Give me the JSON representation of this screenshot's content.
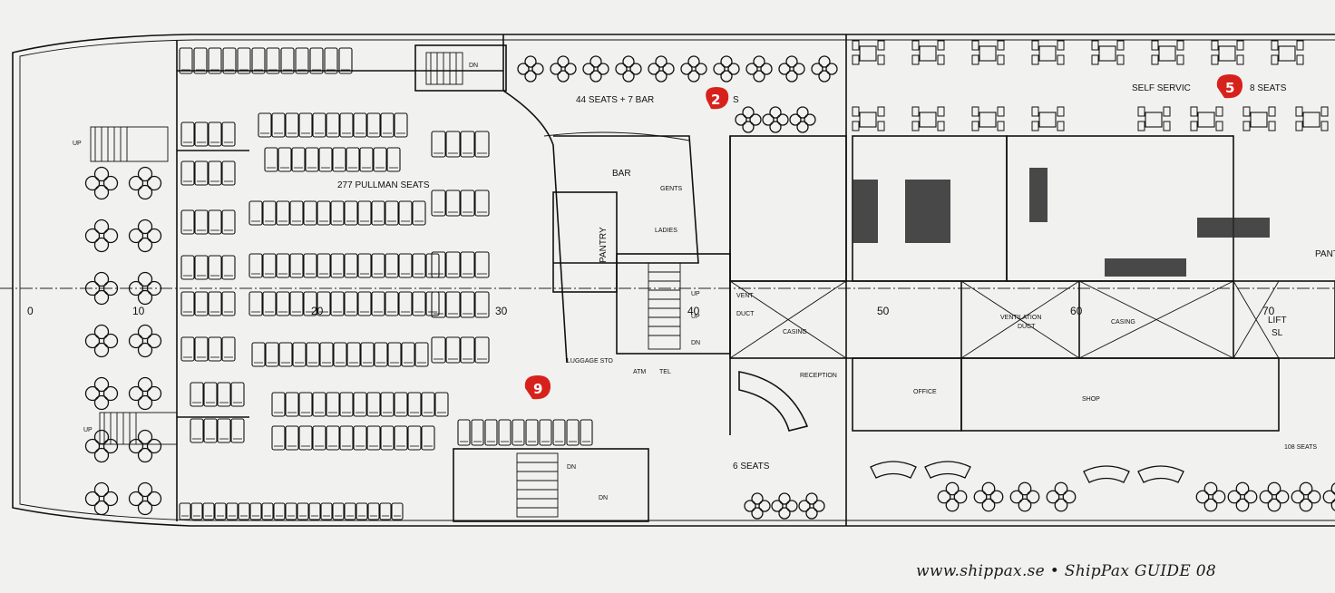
{
  "labels": {
    "pullman_seats": "277 PULLMAN SEATS",
    "seats_44": "44 SEATS + 7 BAR",
    "seats_44_tail": "S",
    "self_service_a": "SELF SERVIC",
    "self_service_b": "8 SEATS",
    "bar": "BAR",
    "gents": "GENTS",
    "ladies": "LADIES",
    "pantry": "PANTRY",
    "pantry_right": "PANT",
    "up": "UP",
    "dn": "DN",
    "vent_duct_1": "VENT",
    "vent_duct_2": "DUCT",
    "casing": "CASING",
    "ventilation_duct_1": "VENTILATION",
    "ventilation_duct_2": "DUCT",
    "lift_1": "LIFT",
    "lift_2": "SL",
    "reception": "RECEPTION",
    "office": "OFFICE",
    "shop": "SHOP",
    "luggage": "LUGGAGE STO",
    "atm": "ATM",
    "tel": "TEL",
    "seats_6": "6 SEATS",
    "seats_108": "108 SEATS"
  },
  "frames": [
    "0",
    "10",
    "20",
    "30",
    "40",
    "50",
    "60",
    "70"
  ],
  "markers": [
    "2",
    "5",
    "9"
  ],
  "marker_color": "#d7221c",
  "line_color": "#111111",
  "paper_color": "#f1f2f0",
  "footer": {
    "url": "www.shippax.se",
    "separator": "•",
    "guide": "ShipPax GUIDE 08"
  }
}
